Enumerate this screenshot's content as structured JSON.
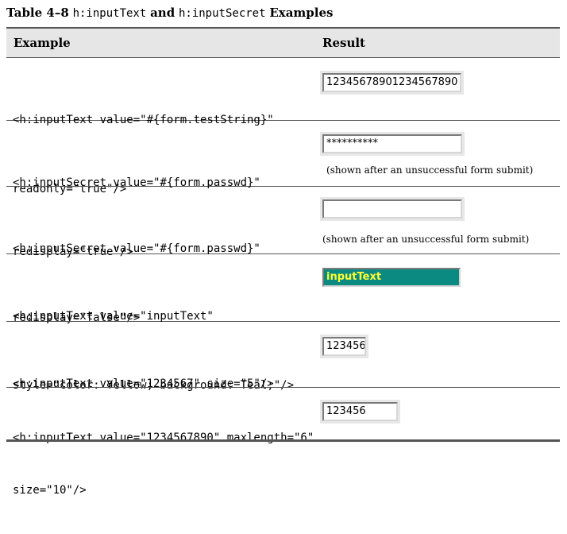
{
  "caption": {
    "number": "Table 4–8",
    "tag1": "h:inputText",
    "and": "and",
    "tag2": "h:inputSecret",
    "examples": "Examples"
  },
  "header": {
    "example": "Example",
    "result": "Result"
  },
  "rows": [
    {
      "code": [
        "<h:inputText value=\"#{form.testString}\"",
        "readonly=\"true\"/>"
      ],
      "field_value": "12345678901234567890",
      "note": ""
    },
    {
      "code": [
        "<h:inputSecret value=\"#{form.passwd}\"",
        "redisplay=\"true\"/>"
      ],
      "field_value": "**********",
      "note": "(shown after an unsuccessful form submit)"
    },
    {
      "code": [
        "<h:inputSecret value=\"#{form.passwd}\"",
        "redisplay=\"false\"/>"
      ],
      "field_value": "",
      "note": "(shown after an unsuccessful form submit)"
    },
    {
      "code": [
        "<h:inputText value=\"inputText\"",
        "style=\"color: Yellow; background: Teal;\"/>"
      ],
      "field_value": "inputText",
      "note": "",
      "colors": {
        "background": "#0a8a80",
        "text": "#ffff33"
      }
    },
    {
      "code": [
        "<h:inputText value=\"1234567\" size=\"5\"/>"
      ],
      "field_value": "123456",
      "note": ""
    },
    {
      "code": [
        "<h:inputText value=\"1234567890\" maxlength=\"6\"",
        "size=\"10\"/>"
      ],
      "field_value": "123456",
      "note": ""
    }
  ]
}
